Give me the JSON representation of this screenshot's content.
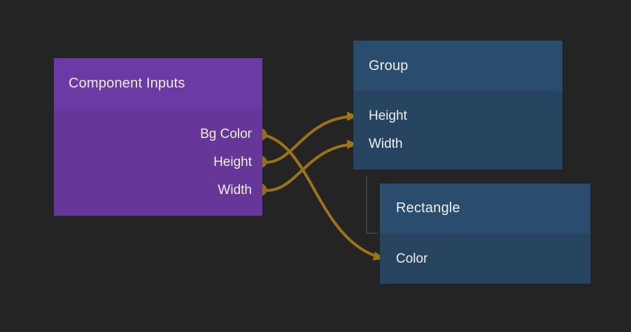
{
  "colors": {
    "background": "#242424",
    "wire": "#9a7415",
    "port": "#926f10",
    "purple_header": "#6c3aa4",
    "purple_body": "#663798",
    "blue_header": "#2a4d6e",
    "blue_body": "#274461",
    "hierarchy_line": "#3e3e3e",
    "text": "#f1f0f6"
  },
  "nodes": [
    {
      "id": "component-inputs",
      "title": "Component Inputs",
      "kind": "component-inputs",
      "outputs": [
        "Bg Color",
        "Height",
        "Width"
      ]
    },
    {
      "id": "group",
      "title": "Group",
      "kind": "layer",
      "inputs": [
        "Height",
        "Width"
      ]
    },
    {
      "id": "rectangle",
      "title": "Rectangle",
      "kind": "layer",
      "inputs": [
        "Color"
      ]
    }
  ],
  "connections": [
    {
      "from_node": "Component Inputs",
      "from_port": "Bg Color",
      "to_node": "Rectangle",
      "to_port": "Color"
    },
    {
      "from_node": "Component Inputs",
      "from_port": "Height",
      "to_node": "Group",
      "to_port": "Height"
    },
    {
      "from_node": "Component Inputs",
      "from_port": "Width",
      "to_node": "Group",
      "to_port": "Width"
    }
  ],
  "hierarchy": {
    "parent": "Group",
    "child": "Rectangle"
  }
}
